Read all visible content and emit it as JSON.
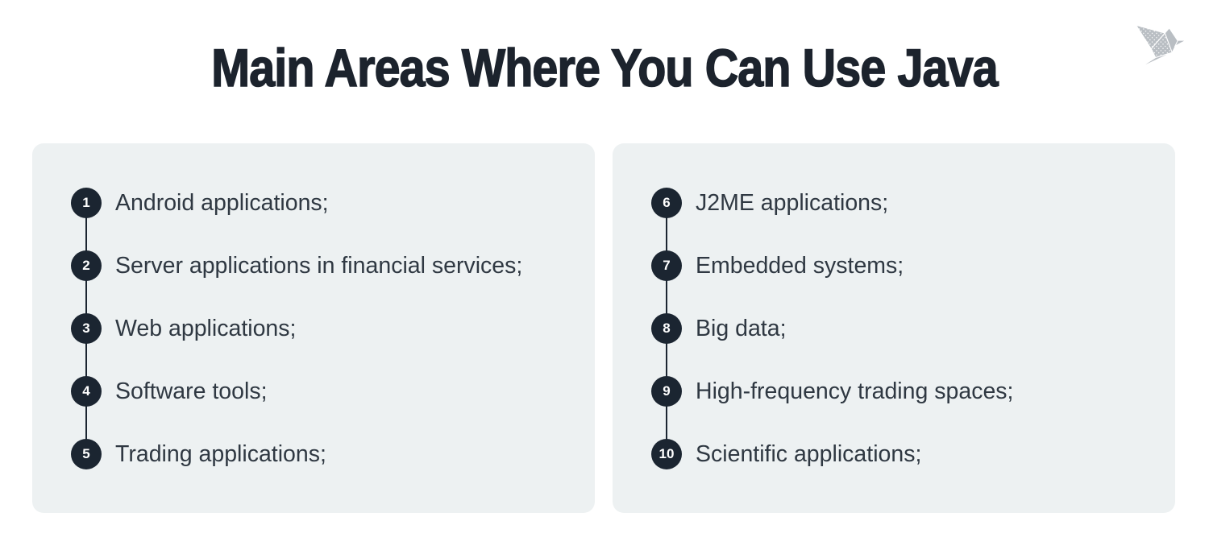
{
  "title": "Main Areas Where You Can Use Java",
  "logo": {
    "name": "origami-bird",
    "color": "#b9bec3"
  },
  "colors": {
    "background": "#ffffff",
    "panel_background": "#edf1f2",
    "title_text": "#1c232d",
    "item_text": "#2f3842",
    "number_circle": "#1b2531",
    "number_text": "#ffffff",
    "timeline_line": "#1b2531",
    "logo_gray": "#b9bec3"
  },
  "panels": [
    {
      "side": "left",
      "items": [
        {
          "num": "1",
          "label": "Android applications;"
        },
        {
          "num": "2",
          "label": "Server applications in financial services;"
        },
        {
          "num": "3",
          "label": "Web applications;"
        },
        {
          "num": "4",
          "label": "Software tools;"
        },
        {
          "num": "5",
          "label": "Trading applications;"
        }
      ]
    },
    {
      "side": "right",
      "items": [
        {
          "num": "6",
          "label": "J2ME applications;"
        },
        {
          "num": "7",
          "label": "Embedded systems;"
        },
        {
          "num": "8",
          "label": "Big data;"
        },
        {
          "num": "9",
          "label": "High-frequency trading spaces;"
        },
        {
          "num": "10",
          "label": "Scientific applications;"
        }
      ]
    }
  ]
}
